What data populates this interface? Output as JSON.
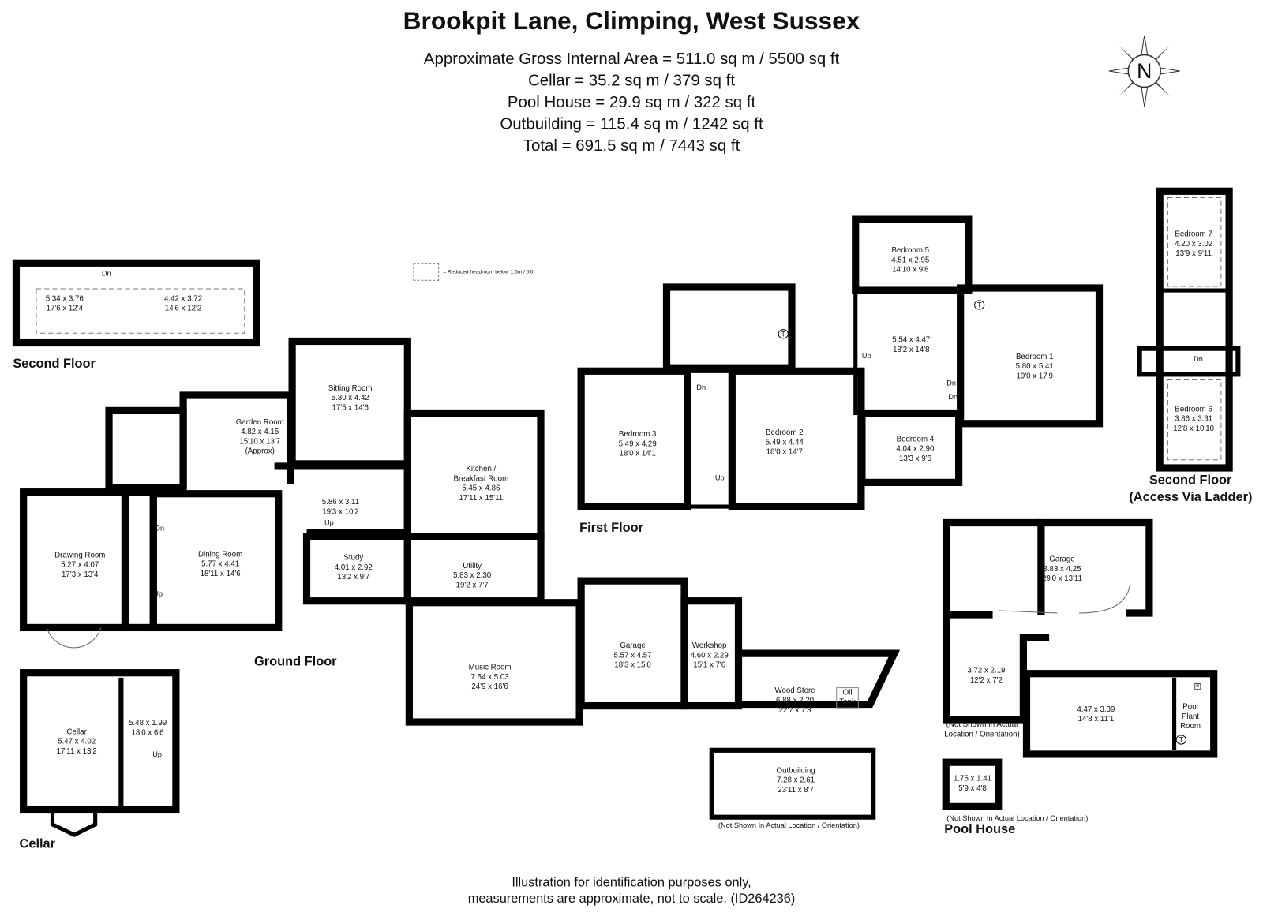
{
  "header": {
    "title": "Brookpit Lane, Climping, West Sussex",
    "areas": [
      "Approximate Gross Internal Area = 511.0 sq m / 5500 sq ft",
      "Cellar = 35.2 sq m / 379 sq ft",
      "Pool House = 29.9 sq m / 322 sq ft",
      "Outbuilding = 115.4 sq m / 1242 sq ft",
      "Total = 691.5 sq m / 7443 sq ft"
    ]
  },
  "compass": {
    "label": "N"
  },
  "legend": {
    "text": "= Reduced headroom below 1.5m / 5'0"
  },
  "floor_labels": {
    "second_floor": "Second Floor",
    "ground_floor": "Ground Floor",
    "first_floor": "First Floor",
    "second_floor_ladder": "Second Floor",
    "access_via_ladder": "(Access Via Ladder)",
    "cellar": "Cellar",
    "pool_house": "Pool House"
  },
  "stairs": {
    "up": "Up",
    "dn": "Dn"
  },
  "markers": {
    "t": "T",
    "b": "B"
  },
  "rooms": {
    "sf_left": {
      "metric": "5.34 x 3.76",
      "imperial": "17'6 x 12'4"
    },
    "sf_right": {
      "metric": "4.42 x 3.72",
      "imperial": "14'6 x 12'2"
    },
    "sitting": {
      "name": "Sitting Room",
      "metric": "5.30 x 4.42",
      "imperial": "17'5 x 14'6"
    },
    "garden": {
      "name": "Garden Room",
      "metric": "4.82 x 4.15",
      "imperial": "15'10 x 13'7",
      "extra": "(Approx)"
    },
    "kitchen": {
      "name": "Kitchen /",
      "name2": "Breakfast Room",
      "metric": "5.45 x 4.86",
      "imperial": "17'11 x 15'11"
    },
    "hall": {
      "metric": "5.86 x 3.11",
      "imperial": "19'3 x 10'2"
    },
    "drawing": {
      "name": "Drawing Room",
      "metric": "5.27 x 4.07",
      "imperial": "17'3 x 13'4"
    },
    "dining": {
      "name": "Dining Room",
      "metric": "5.77 x 4.41",
      "imperial": "18'11 x 14'6"
    },
    "study": {
      "name": "Study",
      "metric": "4.01 x 2.92",
      "imperial": "13'2 x 9'7"
    },
    "utility": {
      "name": "Utility",
      "metric": "5.83 x 2.30",
      "imperial": "19'2 x 7'7"
    },
    "music": {
      "name": "Music Room",
      "metric": "7.54 x 5.03",
      "imperial": "24'9 x 16'6"
    },
    "garage_gf": {
      "name": "Garage",
      "metric": "5.57 x 4.57",
      "imperial": "18'3 x 15'0"
    },
    "workshop": {
      "name": "Workshop",
      "metric": "4.60 x 2.29",
      "imperial": "15'1 x 7'6"
    },
    "wood_store": {
      "name": "Wood Store",
      "metric": "6.88 x 2.20",
      "imperial": "22'7 x 7'3",
      "oil": "Oil",
      "tank": "Tank"
    },
    "cellar": {
      "name": "Cellar",
      "metric": "5.47 x 4.02",
      "imperial": "17'11 x 13'2"
    },
    "cellar_side": {
      "metric": "5.48 x 1.99",
      "imperial": "18'0 x 6'6"
    },
    "outbuilding": {
      "name": "Outbuilding",
      "metric": "7.28 x 2.61",
      "imperial": "23'11 x 8'7"
    },
    "bed5": {
      "name": "Bedroom 5",
      "metric": "4.51 x 2.95",
      "imperial": "14'10 x 9'8"
    },
    "landing": {
      "metric": "5.54 x 4.47",
      "imperial": "18'2 x 14'8"
    },
    "bed1": {
      "name": "Bedroom 1",
      "metric": "5.80 x 5.41",
      "imperial": "19'0 x 17'9"
    },
    "bed3": {
      "name": "Bedroom 3",
      "metric": "5.49 x 4.29",
      "imperial": "18'0 x 14'1"
    },
    "bed2": {
      "name": "Bedroom 2",
      "metric": "5.49 x 4.44",
      "imperial": "18'0 x 14'7"
    },
    "bed4": {
      "name": "Bedroom 4",
      "metric": "4.04 x 2.90",
      "imperial": "13'3 x 9'6"
    },
    "bed7": {
      "name": "Bedroom 7",
      "metric": "4.20 x 3.02",
      "imperial": "13'9 x 9'11"
    },
    "bed6": {
      "name": "Bedroom 6",
      "metric": "3.86 x 3.31",
      "imperial": "12'8 x 10'10"
    },
    "garage_out": {
      "name": "Garage",
      "metric": "8.83 x 4.25",
      "imperial": "29'0 x 13'11"
    },
    "garage_annex": {
      "metric": "3.72 x 2.19",
      "imperial": "12'2 x 7'2"
    },
    "pool_main": {
      "metric": "4.47 x 3.39",
      "imperial": "14'8 x 11'1"
    },
    "pool_plant": {
      "name": "Pool",
      "name2": "Plant",
      "name3": "Room"
    },
    "pool_small": {
      "metric": "1.75 x 1.41",
      "imperial": "5'9 x 4'8"
    }
  },
  "notes": {
    "outbuilding": "(Not Shown In Actual Location / Orientation)",
    "garage_line1": "(Not Shown In Actual",
    "garage_line2": "Location / Orientation)",
    "pool_house": "(Not Shown In Actual Location / Orientation)"
  },
  "footer": {
    "line1": "Illustration for identification purposes only,",
    "line2": "measurements are approximate, not to scale. (ID264236)"
  }
}
